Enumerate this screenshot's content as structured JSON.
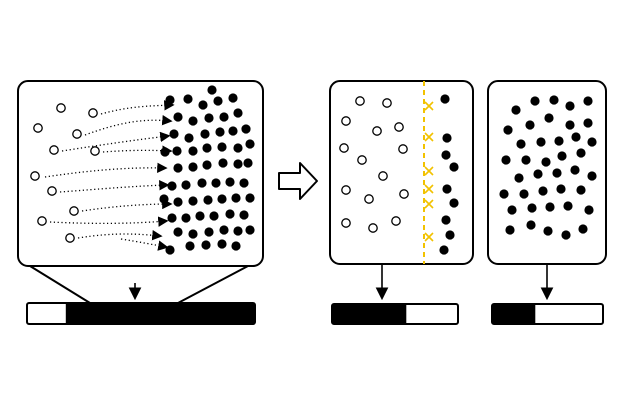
{
  "colors": {
    "background": "#ffffff",
    "ink": "#000000",
    "divider": "#f2c200"
  },
  "icons": {
    "flow_arrow": "hollow-right-arrow",
    "cut_mark": "x-mark",
    "pointer": "down-arrow"
  },
  "panels": [
    {
      "name": "mixed-container-panel",
      "hollow_dots": 11,
      "filled_dots": 60,
      "bar_filled_fraction": 0.83
    },
    {
      "name": "split-left-panel",
      "hollow_dots": 15,
      "filled_dots": 9,
      "cut_marks": 6,
      "bar_filled_fraction": 0.59
    },
    {
      "name": "split-right-panel",
      "hollow_dots": 0,
      "filled_dots": 40,
      "bar_filled_fraction": 0.39
    }
  ]
}
